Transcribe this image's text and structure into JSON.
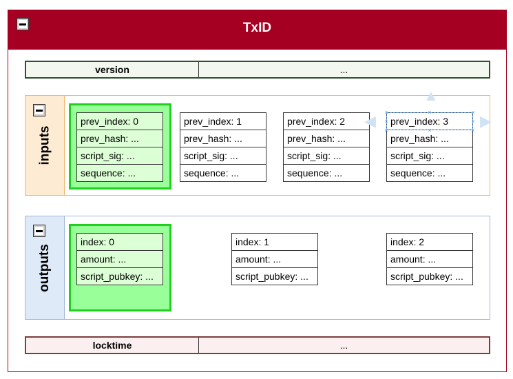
{
  "tx": {
    "title": "TxID",
    "collapse_glyph": "minus-icon",
    "version": {
      "label": "version",
      "value": "..."
    },
    "locktime": {
      "label": "locktime",
      "value": "..."
    },
    "inputs": {
      "label": "inputs",
      "items": [
        {
          "prev_index": "prev_index: 0",
          "prev_hash": "prev_hash: ...",
          "script_sig": "script_sig: ...",
          "sequence": "sequence: ..."
        },
        {
          "prev_index": "prev_index: 1",
          "prev_hash": "prev_hash: ...",
          "script_sig": "script_sig: ...",
          "sequence": "sequence: ..."
        },
        {
          "prev_index": "prev_index: 2",
          "prev_hash": "prev_hash: ...",
          "script_sig": "script_sig: ...",
          "sequence": "sequence: ..."
        },
        {
          "prev_index": "prev_index: 3",
          "prev_hash": "prev_hash: ...",
          "script_sig": "script_sig: ...",
          "sequence": "sequence: ..."
        }
      ]
    },
    "outputs": {
      "label": "outputs",
      "items": [
        {
          "index": "index: 0",
          "amount": "amount: ...",
          "script_pubkey": "script_pubkey: ..."
        },
        {
          "index": "index: 1",
          "amount": "amount: ...",
          "script_pubkey": "script_pubkey: ..."
        },
        {
          "index": "index: 2",
          "amount": "amount: ...",
          "script_pubkey": "script_pubkey: ..."
        }
      ]
    }
  },
  "colors": {
    "header": "#a50021",
    "highlight_fill": "#99ff99",
    "highlight_border": "#1fd01f",
    "inputs_lane": "#fdebd3",
    "outputs_lane": "#dfeaf9",
    "selection": "#5aa0e6"
  }
}
